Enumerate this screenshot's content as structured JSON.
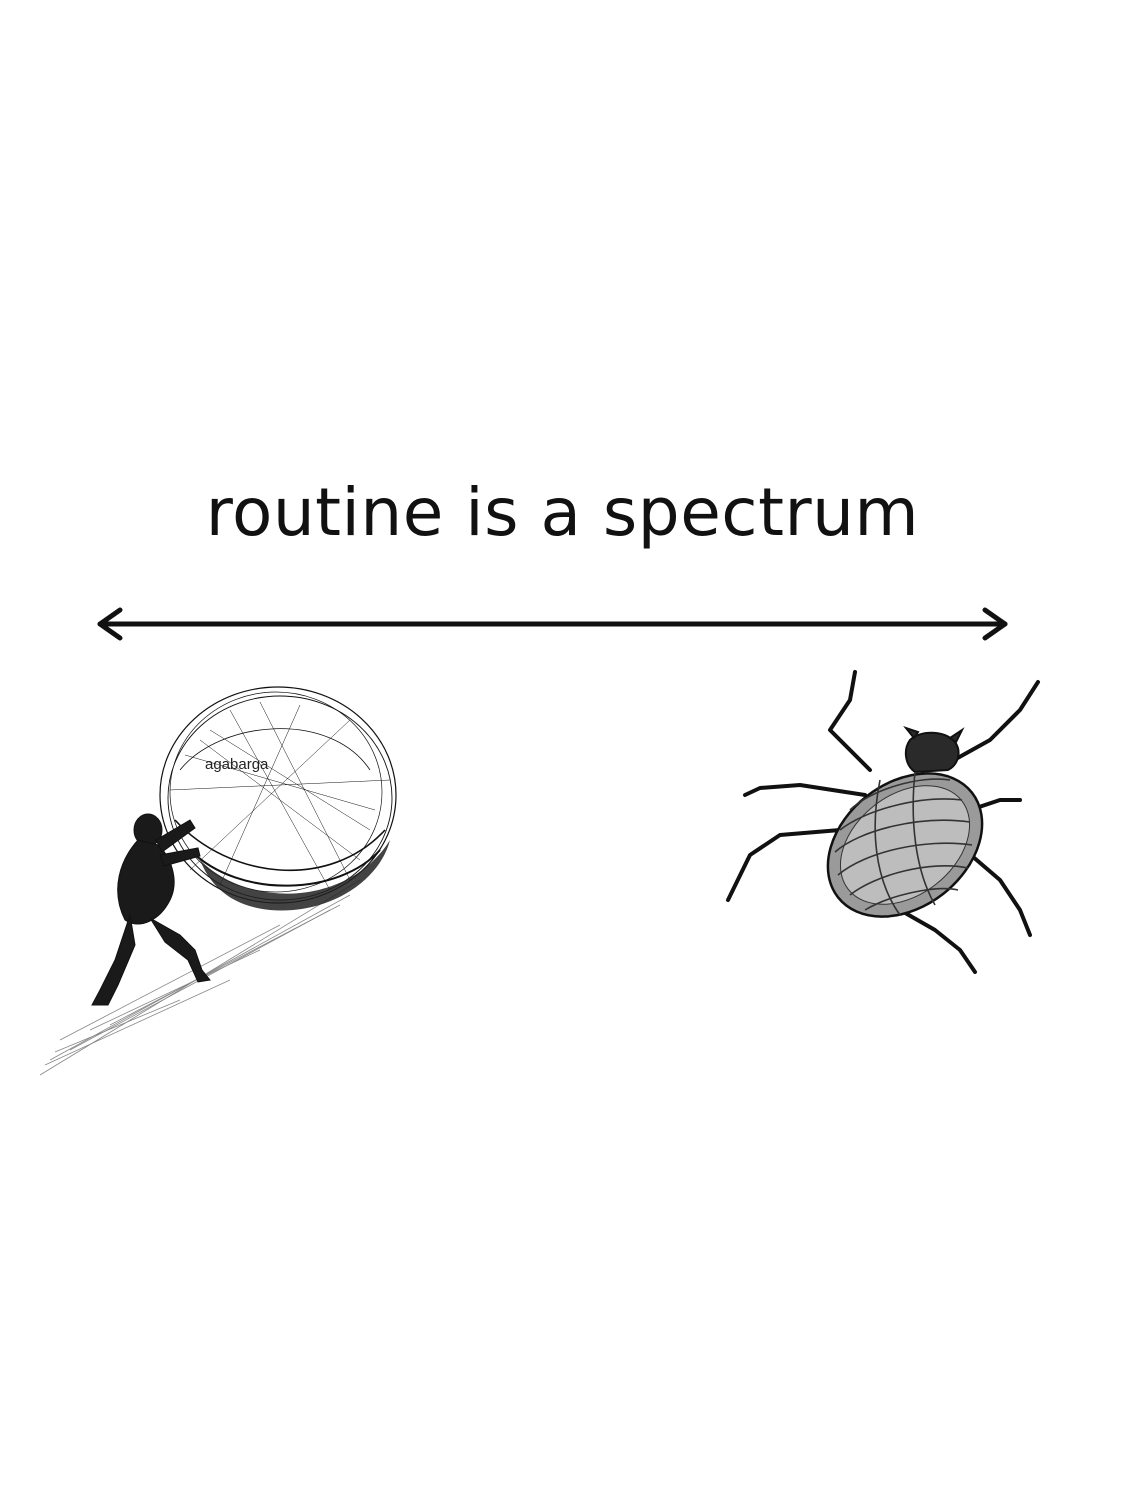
{
  "headline": "routine is a spectrum",
  "boulder_label": "agabarga",
  "left_figure": "sisyphus-pushing-boulder",
  "right_figure": "beetle-on-its-back",
  "colors": {
    "background": "#ffffff",
    "ink": "#111111"
  }
}
